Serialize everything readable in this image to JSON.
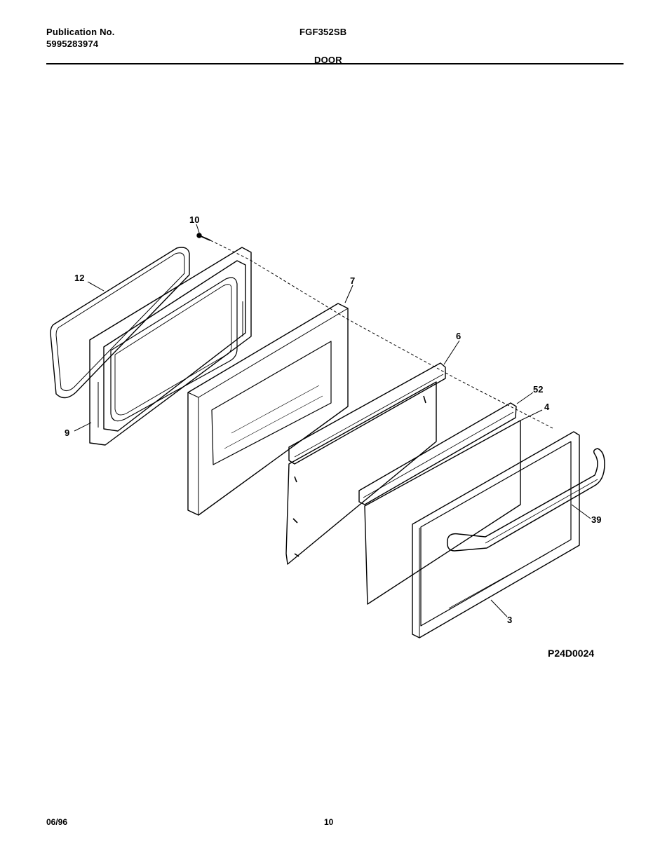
{
  "header": {
    "publication_label": "Publication No.",
    "publication_number": "5995283974",
    "model": "FGF352SB",
    "section": "DOOR"
  },
  "diagram": {
    "diagram_id": "P24D0024",
    "callouts": {
      "c10": "10",
      "c12": "12",
      "c7": "7",
      "c6": "6",
      "c52": "52",
      "c4": "4",
      "c9": "9",
      "c39": "39",
      "c3": "3"
    }
  },
  "footer": {
    "date": "06/96",
    "page": "10"
  }
}
